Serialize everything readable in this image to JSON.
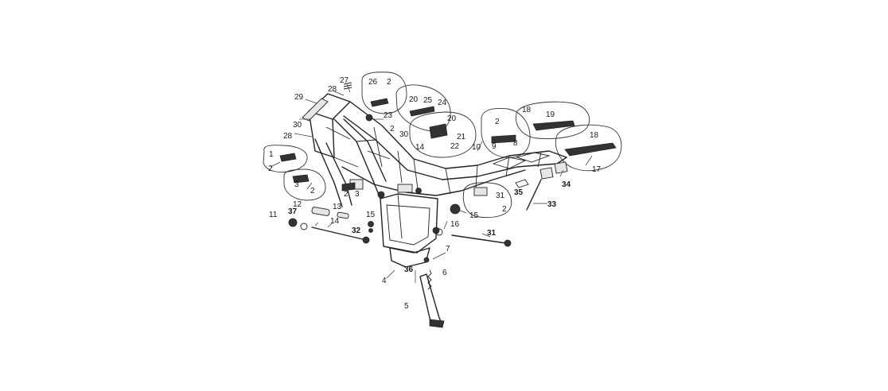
{
  "diagram": {
    "type": "exploded-parts-view",
    "callouts": [
      {
        "id": "c1",
        "label": "1"
      },
      {
        "id": "c2a",
        "label": "2"
      },
      {
        "id": "c3a",
        "label": "3"
      },
      {
        "id": "c2b",
        "label": "2"
      },
      {
        "id": "c2c",
        "label": "2"
      },
      {
        "id": "c3b",
        "label": "3"
      },
      {
        "id": "c11",
        "label": "11"
      },
      {
        "id": "c37",
        "label": "37"
      },
      {
        "id": "c12",
        "label": "12"
      },
      {
        "id": "c13",
        "label": "13"
      },
      {
        "id": "c14",
        "label": "14"
      },
      {
        "id": "c15a",
        "label": "15"
      },
      {
        "id": "c32",
        "label": "32"
      },
      {
        "id": "c29",
        "label": "29"
      },
      {
        "id": "c30",
        "label": "30"
      },
      {
        "id": "c28a",
        "label": "28"
      },
      {
        "id": "c28b",
        "label": "28"
      },
      {
        "id": "c27",
        "label": "27"
      },
      {
        "id": "c26",
        "label": "26"
      },
      {
        "id": "c2d",
        "label": "2"
      },
      {
        "id": "c23",
        "label": "23"
      },
      {
        "id": "c2e",
        "label": "2"
      },
      {
        "id": "c30b",
        "label": "30"
      },
      {
        "id": "c14b",
        "label": "14"
      },
      {
        "id": "c20a",
        "label": "20"
      },
      {
        "id": "c25",
        "label": "25"
      },
      {
        "id": "c24",
        "label": "24"
      },
      {
        "id": "c20b",
        "label": "20"
      },
      {
        "id": "c21",
        "label": "21"
      },
      {
        "id": "c22",
        "label": "22"
      },
      {
        "id": "c10",
        "label": "10"
      },
      {
        "id": "c2f",
        "label": "2"
      },
      {
        "id": "c9",
        "label": "9"
      },
      {
        "id": "c8",
        "label": "8"
      },
      {
        "id": "c18a",
        "label": "18"
      },
      {
        "id": "c19",
        "label": "19"
      },
      {
        "id": "c18b",
        "label": "18"
      },
      {
        "id": "c17",
        "label": "17"
      },
      {
        "id": "c34",
        "label": "34"
      },
      {
        "id": "c35",
        "label": "35"
      },
      {
        "id": "c33",
        "label": "33"
      },
      {
        "id": "c31a",
        "label": "31"
      },
      {
        "id": "c2g",
        "label": "2"
      },
      {
        "id": "c15b",
        "label": "15"
      },
      {
        "id": "c16",
        "label": "16"
      },
      {
        "id": "c31b",
        "label": "31"
      },
      {
        "id": "c7",
        "label": "7"
      },
      {
        "id": "c36",
        "label": "36"
      },
      {
        "id": "c4",
        "label": "4"
      },
      {
        "id": "c6",
        "label": "6"
      },
      {
        "id": "c5",
        "label": "5"
      }
    ]
  }
}
